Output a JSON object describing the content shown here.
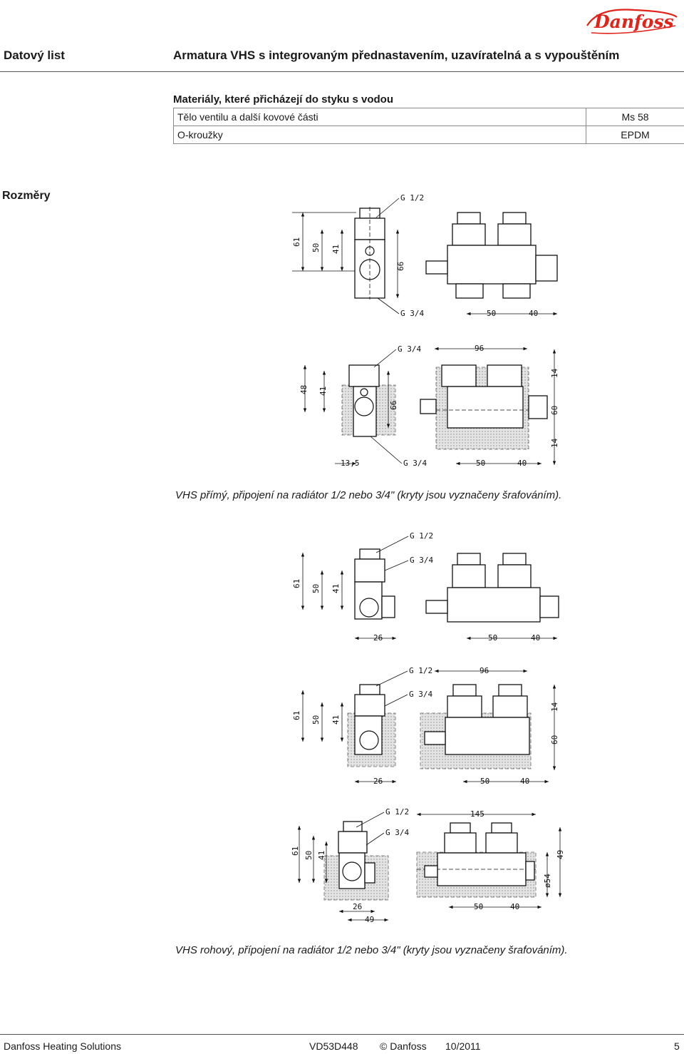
{
  "brand": {
    "logo_text": "Danfoss",
    "color": "#e2231a"
  },
  "header": {
    "doc_type": "Datový list",
    "title": "Armatura VHS s integrovaným přednastavením, uzavíratelná a s vypouštěním"
  },
  "materials": {
    "heading": "Materiály, které přicházejí do styku s vodou",
    "rows": [
      {
        "part": "Tělo ventilu a další kovové části",
        "material": "Ms 58"
      },
      {
        "part": "O-kroužky",
        "material": "EPDM"
      }
    ]
  },
  "dimensions": {
    "title": "Rozměry"
  },
  "drawings": {
    "d1": {
      "g12": "G 1/2",
      "g34": "G 3/4",
      "d61": "61",
      "d50": "50",
      "d41": "41",
      "d66": "66",
      "d50b": "50",
      "d40": "40"
    },
    "d2": {
      "g34": "G 3/4",
      "g34b": "G 3/4",
      "d96": "96",
      "d48": "48",
      "d41": "41",
      "d66": "66",
      "d135": "13,5",
      "d14": "14",
      "d60": "60",
      "d14b": "14",
      "d50": "50",
      "d40": "40"
    },
    "d3": {
      "g12": "G 1/2",
      "g34": "G 3/4",
      "d61": "61",
      "d50": "50",
      "d41": "41",
      "d26": "26",
      "d50b": "50",
      "d40": "40"
    },
    "d4": {
      "g12": "G 1/2",
      "g34": "G 3/4",
      "d96": "96",
      "d61": "61",
      "d50": "50",
      "d41": "41",
      "d14": "14",
      "d60": "60",
      "d26": "26",
      "d50b": "50",
      "d40": "40"
    },
    "d5": {
      "g12": "G 1/2",
      "g34": "G 3/4",
      "d145": "145",
      "d61": "61",
      "d50": "50",
      "d41": "41",
      "d49": "49",
      "d54": "ø54",
      "d26": "26",
      "d49b": "49",
      "d50b": "50",
      "d40": "40"
    }
  },
  "captions": {
    "straight": "VHS přímý, připojení na radiátor 1/2 nebo 3/4\" (kryty jsou vyznačeny šrafováním).",
    "angle": "VHS rohový, přípojení na radiátor 1/2 nebo 3/4\" (kryty jsou vyznačeny šrafováním)."
  },
  "footer": {
    "company": "Danfoss Heating Solutions",
    "code": "VD53D448",
    "copyright": "© Danfoss",
    "date": "10/2011",
    "page": "5"
  }
}
